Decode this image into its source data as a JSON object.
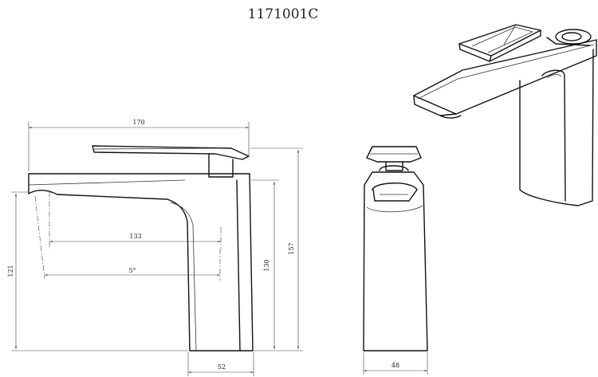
{
  "drawing": {
    "title": "1171001C",
    "dimensions": {
      "width_top": "170",
      "spout_reach": "133",
      "angle": "5°",
      "height_spout": "121",
      "height_body": "130",
      "height_total": "157",
      "base_side": "52",
      "base_front": "48"
    },
    "views": [
      "side-view",
      "front-view",
      "isometric-view"
    ],
    "line_color": "#111111"
  }
}
